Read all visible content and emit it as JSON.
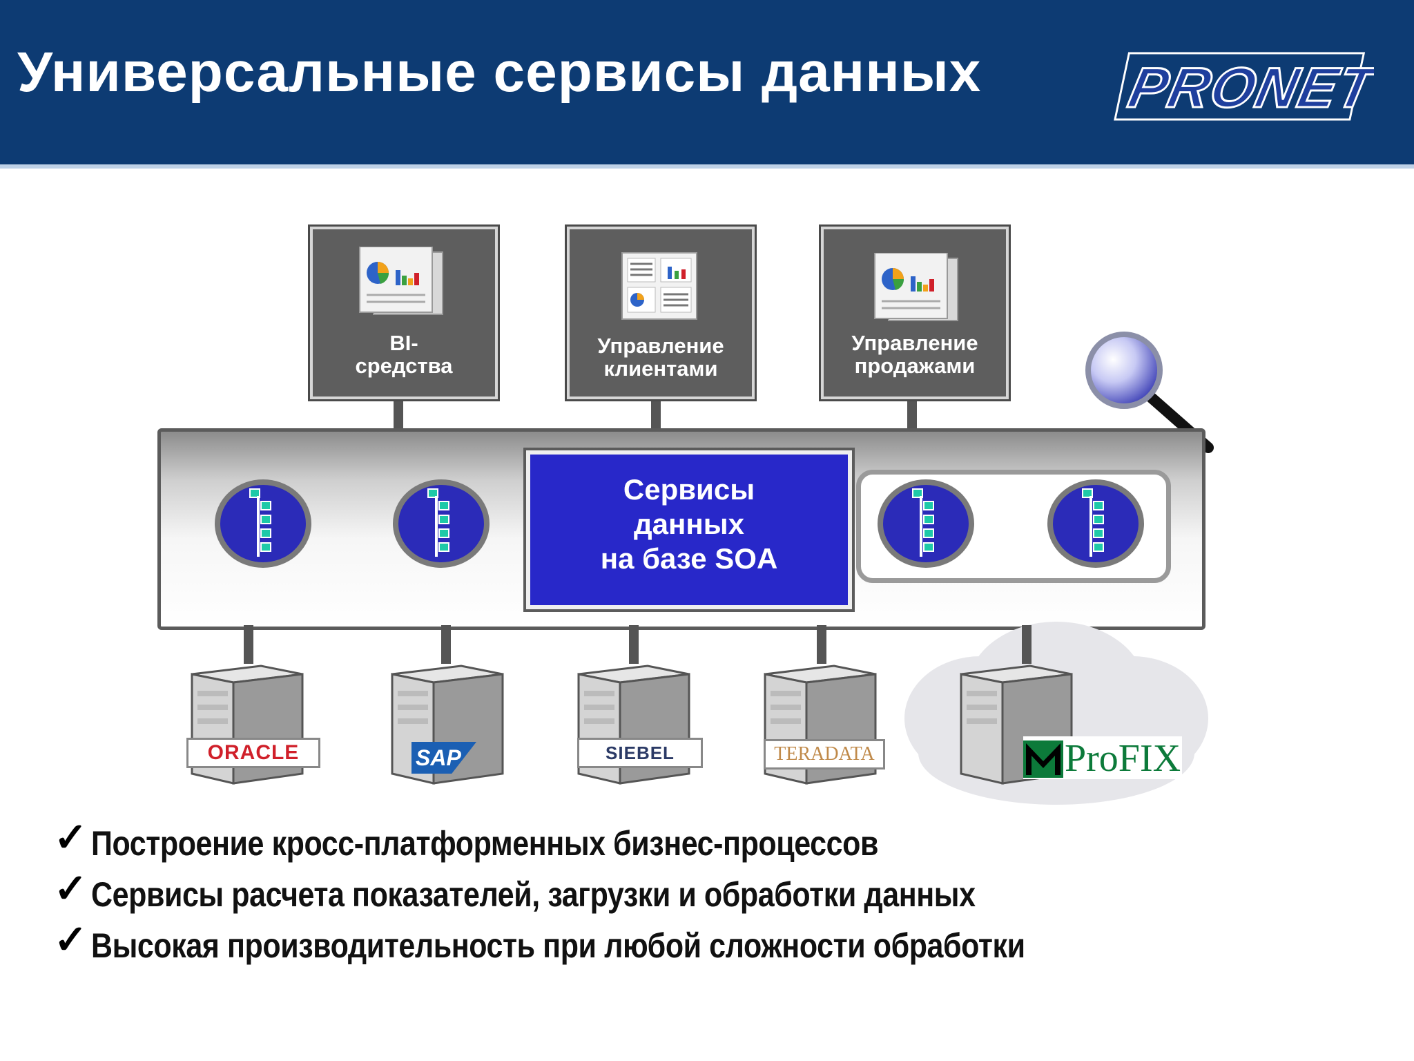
{
  "header": {
    "title": "Универсальные сервисы данных",
    "logo_text": "PRONET"
  },
  "apps": [
    {
      "label": "BI-\nсредства",
      "icon": "charts-document-icon"
    },
    {
      "label": "Управление\nклиентами",
      "icon": "dashboard-document-icon"
    },
    {
      "label": "Управление\nпродажами",
      "icon": "charts-document-icon"
    }
  ],
  "soa": {
    "label": "Сервисы\nданных\nна базе SOA"
  },
  "sources": [
    {
      "logo": "ORACLE",
      "color": "#d0202a"
    },
    {
      "logo": "SAP",
      "color": "#1b5fb3"
    },
    {
      "logo": "SIEBEL",
      "color": "#2b3a66"
    },
    {
      "logo": "TERADATA",
      "color": "#c08a4a"
    },
    {
      "logo": "ProFIX",
      "color": "#0c7a3a"
    }
  ],
  "bullets": [
    "Построение кросс-платформенных бизнес-процессов",
    "Сервисы расчета показателей, загрузки и обработки данных",
    "Высокая производительность при любой сложности обработки"
  ],
  "colors": {
    "header": "#0d3b73",
    "soa": "#2828c9",
    "node": "#2b2bb8",
    "node_item": "#1ec9a8"
  }
}
